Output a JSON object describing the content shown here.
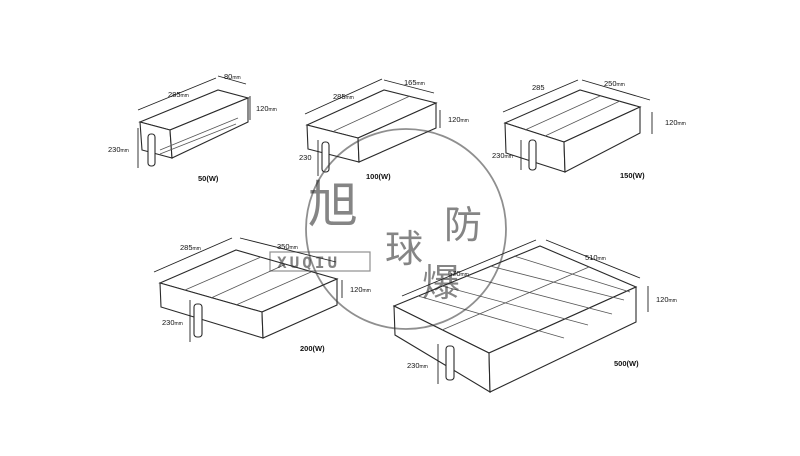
{
  "units": {
    "mm": "mm"
  },
  "products": [
    {
      "id": "50w",
      "caption": "50(W)",
      "length": "285",
      "width": "80",
      "height": "120",
      "mount_height": "230"
    },
    {
      "id": "100w",
      "caption": "100(W)",
      "length": "285",
      "width": "165",
      "height": "120",
      "mount_height": "230"
    },
    {
      "id": "150w",
      "caption": "150(W)",
      "length": "285",
      "width": "250",
      "height": "120",
      "mount_height": "230"
    },
    {
      "id": "200w",
      "caption": "200(W)",
      "length": "285",
      "width": "350",
      "height": "120",
      "mount_height": "230"
    },
    {
      "id": "500w",
      "caption": "500(W)",
      "length": "570",
      "width": "510",
      "height": "120",
      "mount_height": "230"
    }
  ],
  "watermark": {
    "chars": [
      "旭",
      "球",
      "防",
      "爆"
    ],
    "latin": "XUQIU"
  },
  "colors": {
    "line": "#2a2a2a",
    "background": "#ffffff"
  }
}
